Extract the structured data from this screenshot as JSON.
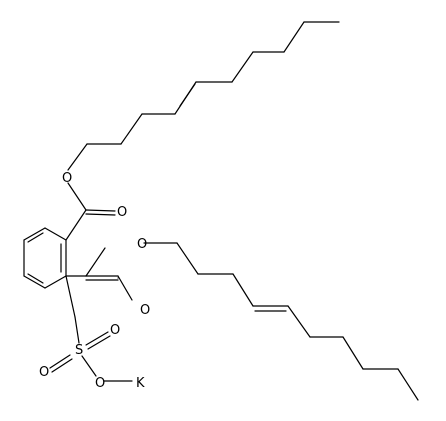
{
  "atoms": {
    "o_ester1": "O",
    "o_carbonyl1": "O",
    "o_ester2": "O",
    "o_carbonyl2": "O",
    "s_sulfonyl": "S",
    "o_sulfonyl1": "O",
    "o_sulfonyl2": "O",
    "o_sulfonate": "O",
    "k_counterion": "K"
  },
  "colors": {
    "bond": "#000000",
    "label": "#000000",
    "background": "#ffffff"
  }
}
